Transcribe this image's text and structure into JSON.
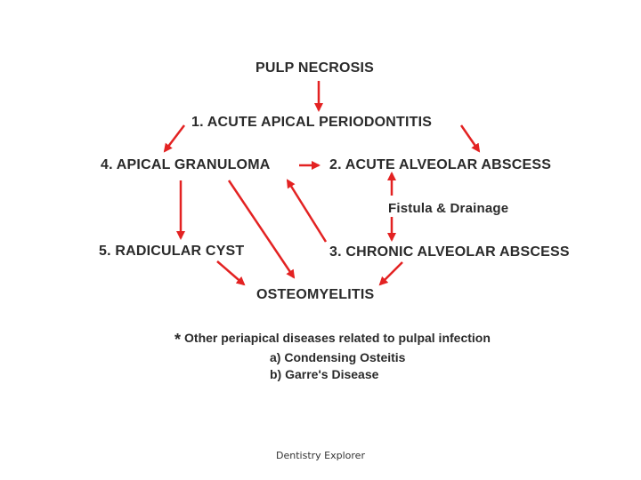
{
  "diagram": {
    "nodes": {
      "pulp_necrosis": "PULP NECROSIS",
      "acute_apical_periodontitis": "1. ACUTE APICAL PERIODONTITIS",
      "apical_granuloma": "4. APICAL GRANULOMA",
      "acute_alveolar_abscess": "2. ACUTE ALVEOLAR ABSCESS",
      "fistula_drainage": "Fistula & Drainage",
      "radicular_cyst": "5. RADICULAR CYST",
      "chronic_alveolar_abscess": "3. CHRONIC ALVEOLAR ABSCESS",
      "osteomyelitis": "OSTEOMYELITIS"
    },
    "arrow_color": "#e32222"
  },
  "note": {
    "star": "*",
    "heading": "Other periapical diseases related to pulpal infection",
    "items": [
      "a) Condensing Osteitis",
      "b) Garre's Disease"
    ]
  },
  "footer": "Dentistry Explorer"
}
